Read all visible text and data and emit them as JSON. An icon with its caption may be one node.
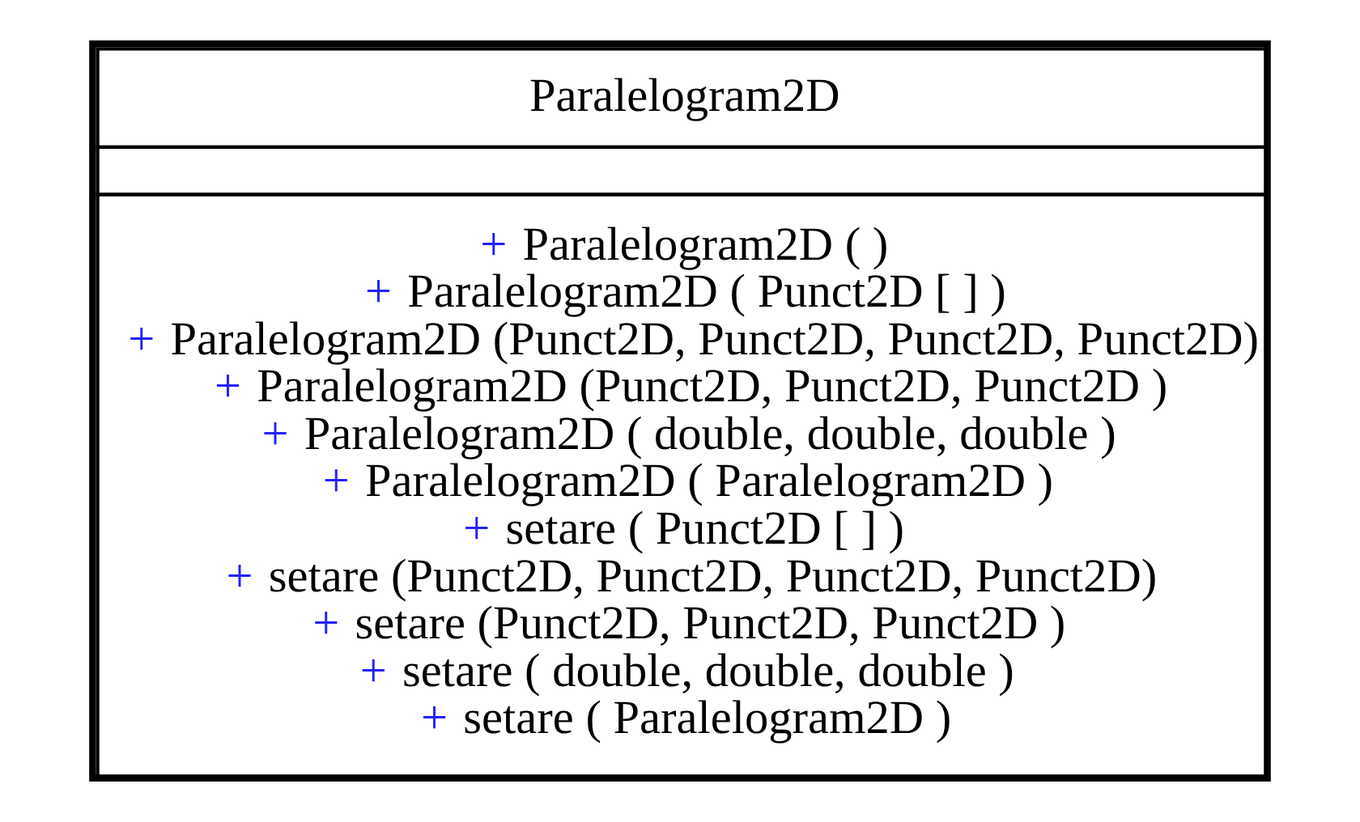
{
  "diagram": {
    "nodes": [
      {
        "text": [
          "Paralelogram2D",
          "+ Paralelogram2D ( )",
          "+ Paralelogram2D ( Punct2D [ ] )",
          "+ Paralelogram2D (Punct2D, Punct2D, Punct2D, Punct2D)",
          "+ Paralelogram2D (Punct2D, Punct2D, Punct2D )",
          "+ Paralelogram2D ( double, double, double )",
          "+ Paralelogram2D ( Paralelogram2D )",
          "+ setare ( Punct2D [ ] )",
          "+ setare (Punct2D, Punct2D, Punct2D, Punct2D)",
          "+ setare (Punct2D, Punct2D, Punct2D )",
          "+ setare ( double, double, double )",
          "+ setare ( Paralelogram2D )"
        ]
      }
    ],
    "edges": []
  }
}
